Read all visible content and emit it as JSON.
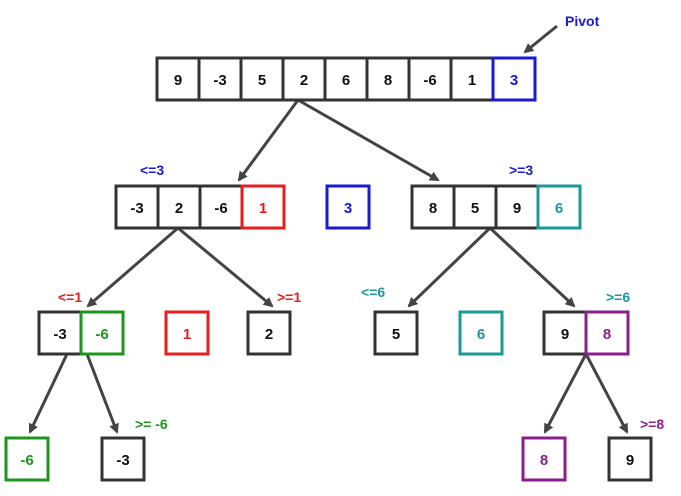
{
  "title": "Quicksort partition tree",
  "pivot_label": "Pivot",
  "colors": {
    "default": "#333333",
    "pivot": "#1a1ad6",
    "red": "#e61e1e",
    "teal": "#1c9a9a",
    "green": "#1e961e",
    "purple": "#8c1e8c",
    "arrow": "#444444"
  },
  "nodes": {
    "root": {
      "cells": [
        {
          "v": "9",
          "c": "default"
        },
        {
          "v": "-3",
          "c": "default"
        },
        {
          "v": "5",
          "c": "default"
        },
        {
          "v": "2",
          "c": "default"
        },
        {
          "v": "6",
          "c": "default"
        },
        {
          "v": "8",
          "c": "default"
        },
        {
          "v": "-6",
          "c": "default"
        },
        {
          "v": "1",
          "c": "default"
        },
        {
          "v": "3",
          "c": "pivot"
        }
      ]
    },
    "left": {
      "label": "<=3",
      "label_color": "pivot",
      "cells": [
        {
          "v": "-3",
          "c": "default"
        },
        {
          "v": "2",
          "c": "default"
        },
        {
          "v": "-6",
          "c": "default"
        },
        {
          "v": "1",
          "c": "red"
        }
      ]
    },
    "pivot_mid": {
      "cells": [
        {
          "v": "3",
          "c": "pivot"
        }
      ]
    },
    "right": {
      "label": ">=3",
      "label_color": "pivot",
      "cells": [
        {
          "v": "8",
          "c": "default"
        },
        {
          "v": "5",
          "c": "default"
        },
        {
          "v": "9",
          "c": "default"
        },
        {
          "v": "6",
          "c": "teal"
        }
      ]
    },
    "l_left": {
      "label": "<=1",
      "label_color": "red",
      "cells": [
        {
          "v": "-3",
          "c": "default"
        },
        {
          "v": "-6",
          "c": "green"
        }
      ]
    },
    "l_pivot": {
      "cells": [
        {
          "v": "1",
          "c": "red"
        }
      ]
    },
    "l_right": {
      "label": ">=1",
      "label_color": "red",
      "cells": [
        {
          "v": "2",
          "c": "default"
        }
      ]
    },
    "r_left": {
      "label": "<=6",
      "label_color": "teal",
      "cells": [
        {
          "v": "5",
          "c": "default"
        }
      ]
    },
    "r_pivot": {
      "cells": [
        {
          "v": "6",
          "c": "teal"
        }
      ]
    },
    "r_right": {
      "label": ">=6",
      "label_color": "teal",
      "cells": [
        {
          "v": "9",
          "c": "default"
        },
        {
          "v": "8",
          "c": "purple"
        }
      ]
    },
    "ll_left": {
      "cells": [
        {
          "v": "-6",
          "c": "green"
        }
      ]
    },
    "ll_right": {
      "label": ">= -6",
      "label_color": "green",
      "cells": [
        {
          "v": "-3",
          "c": "default"
        }
      ]
    },
    "rr_left": {
      "cells": [
        {
          "v": "8",
          "c": "purple"
        }
      ]
    },
    "rr_right": {
      "label": ">=8",
      "label_color": "purple",
      "cells": [
        {
          "v": "9",
          "c": "default"
        }
      ]
    }
  }
}
